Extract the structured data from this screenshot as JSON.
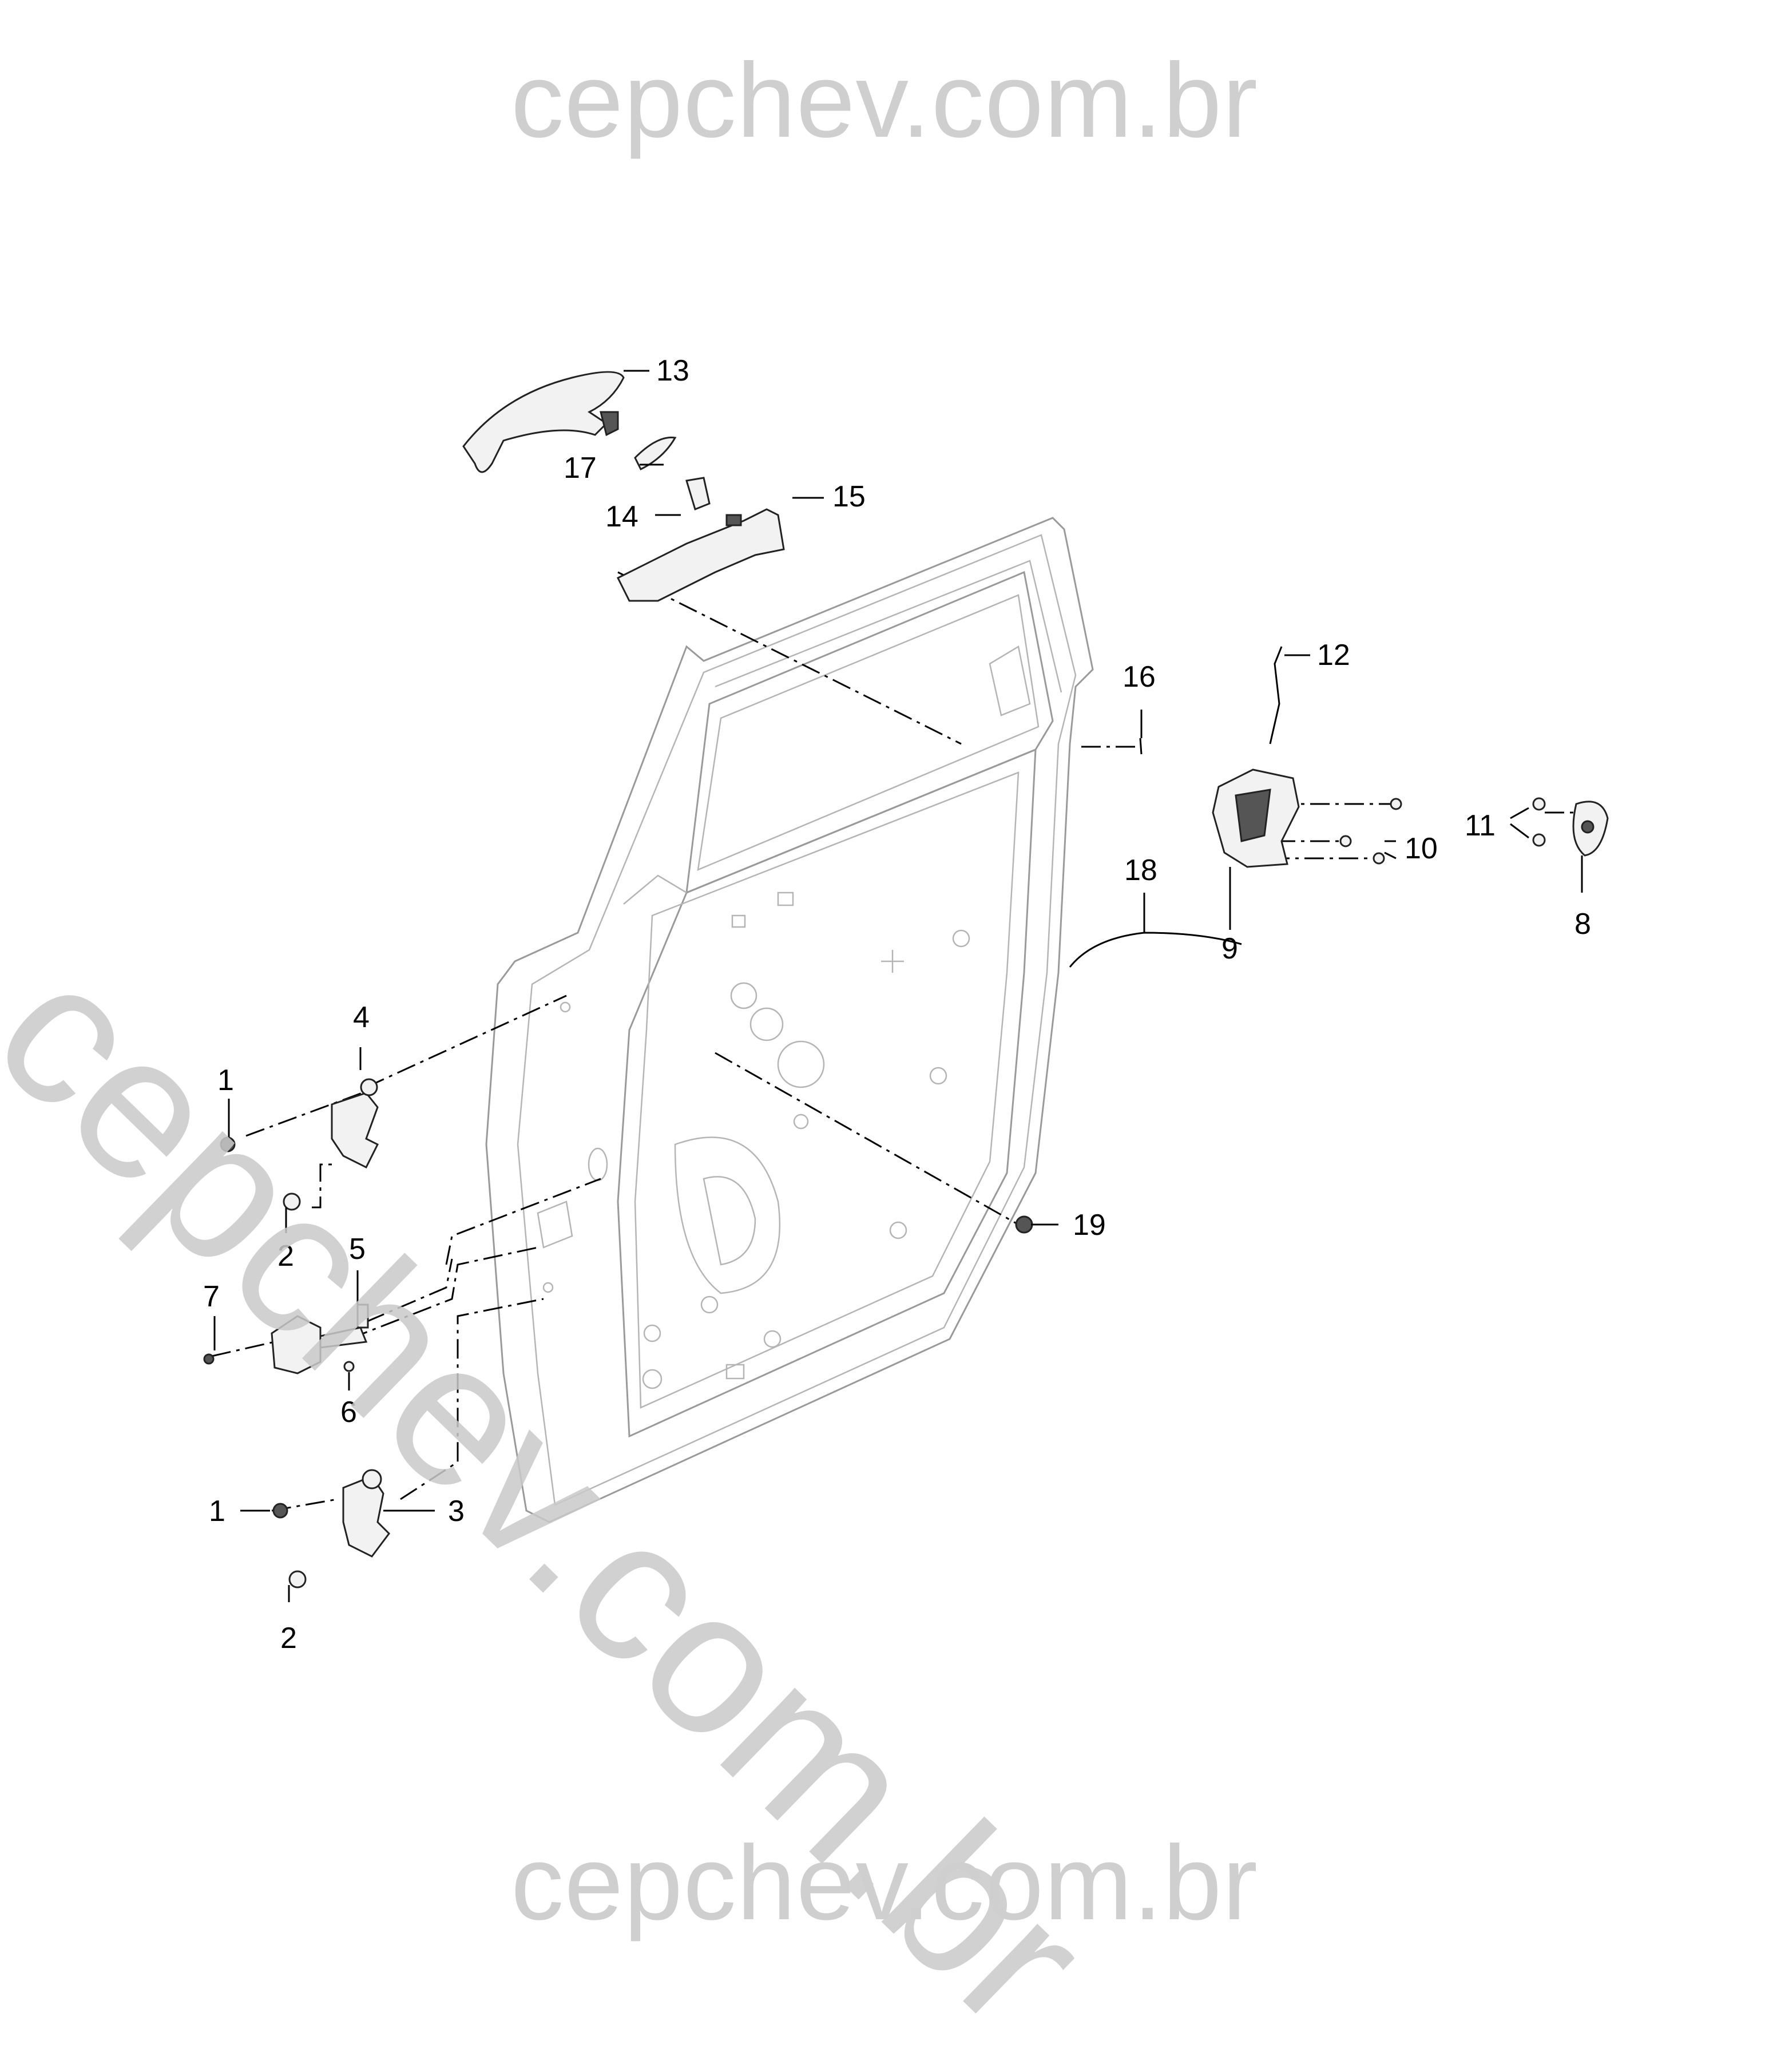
{
  "watermark": {
    "top": "cepchev.com.br",
    "bottom": "cepchev.com.br",
    "diagonal": "cepchev.com.br"
  },
  "callouts": [
    {
      "id": "13",
      "label": "13"
    },
    {
      "id": "17",
      "label": "17"
    },
    {
      "id": "14",
      "label": "14"
    },
    {
      "id": "15",
      "label": "15"
    },
    {
      "id": "16",
      "label": "16"
    },
    {
      "id": "12",
      "label": "12"
    },
    {
      "id": "11",
      "label": "11"
    },
    {
      "id": "10",
      "label": "10"
    },
    {
      "id": "8",
      "label": "8"
    },
    {
      "id": "18",
      "label": "18"
    },
    {
      "id": "9",
      "label": "9"
    },
    {
      "id": "4",
      "label": "4"
    },
    {
      "id": "1a",
      "label": "1"
    },
    {
      "id": "2a",
      "label": "2"
    },
    {
      "id": "19",
      "label": "19"
    },
    {
      "id": "5",
      "label": "5"
    },
    {
      "id": "7",
      "label": "7"
    },
    {
      "id": "6",
      "label": "6"
    },
    {
      "id": "1b",
      "label": "1"
    },
    {
      "id": "3",
      "label": "3"
    },
    {
      "id": "2b",
      "label": "2"
    }
  ]
}
